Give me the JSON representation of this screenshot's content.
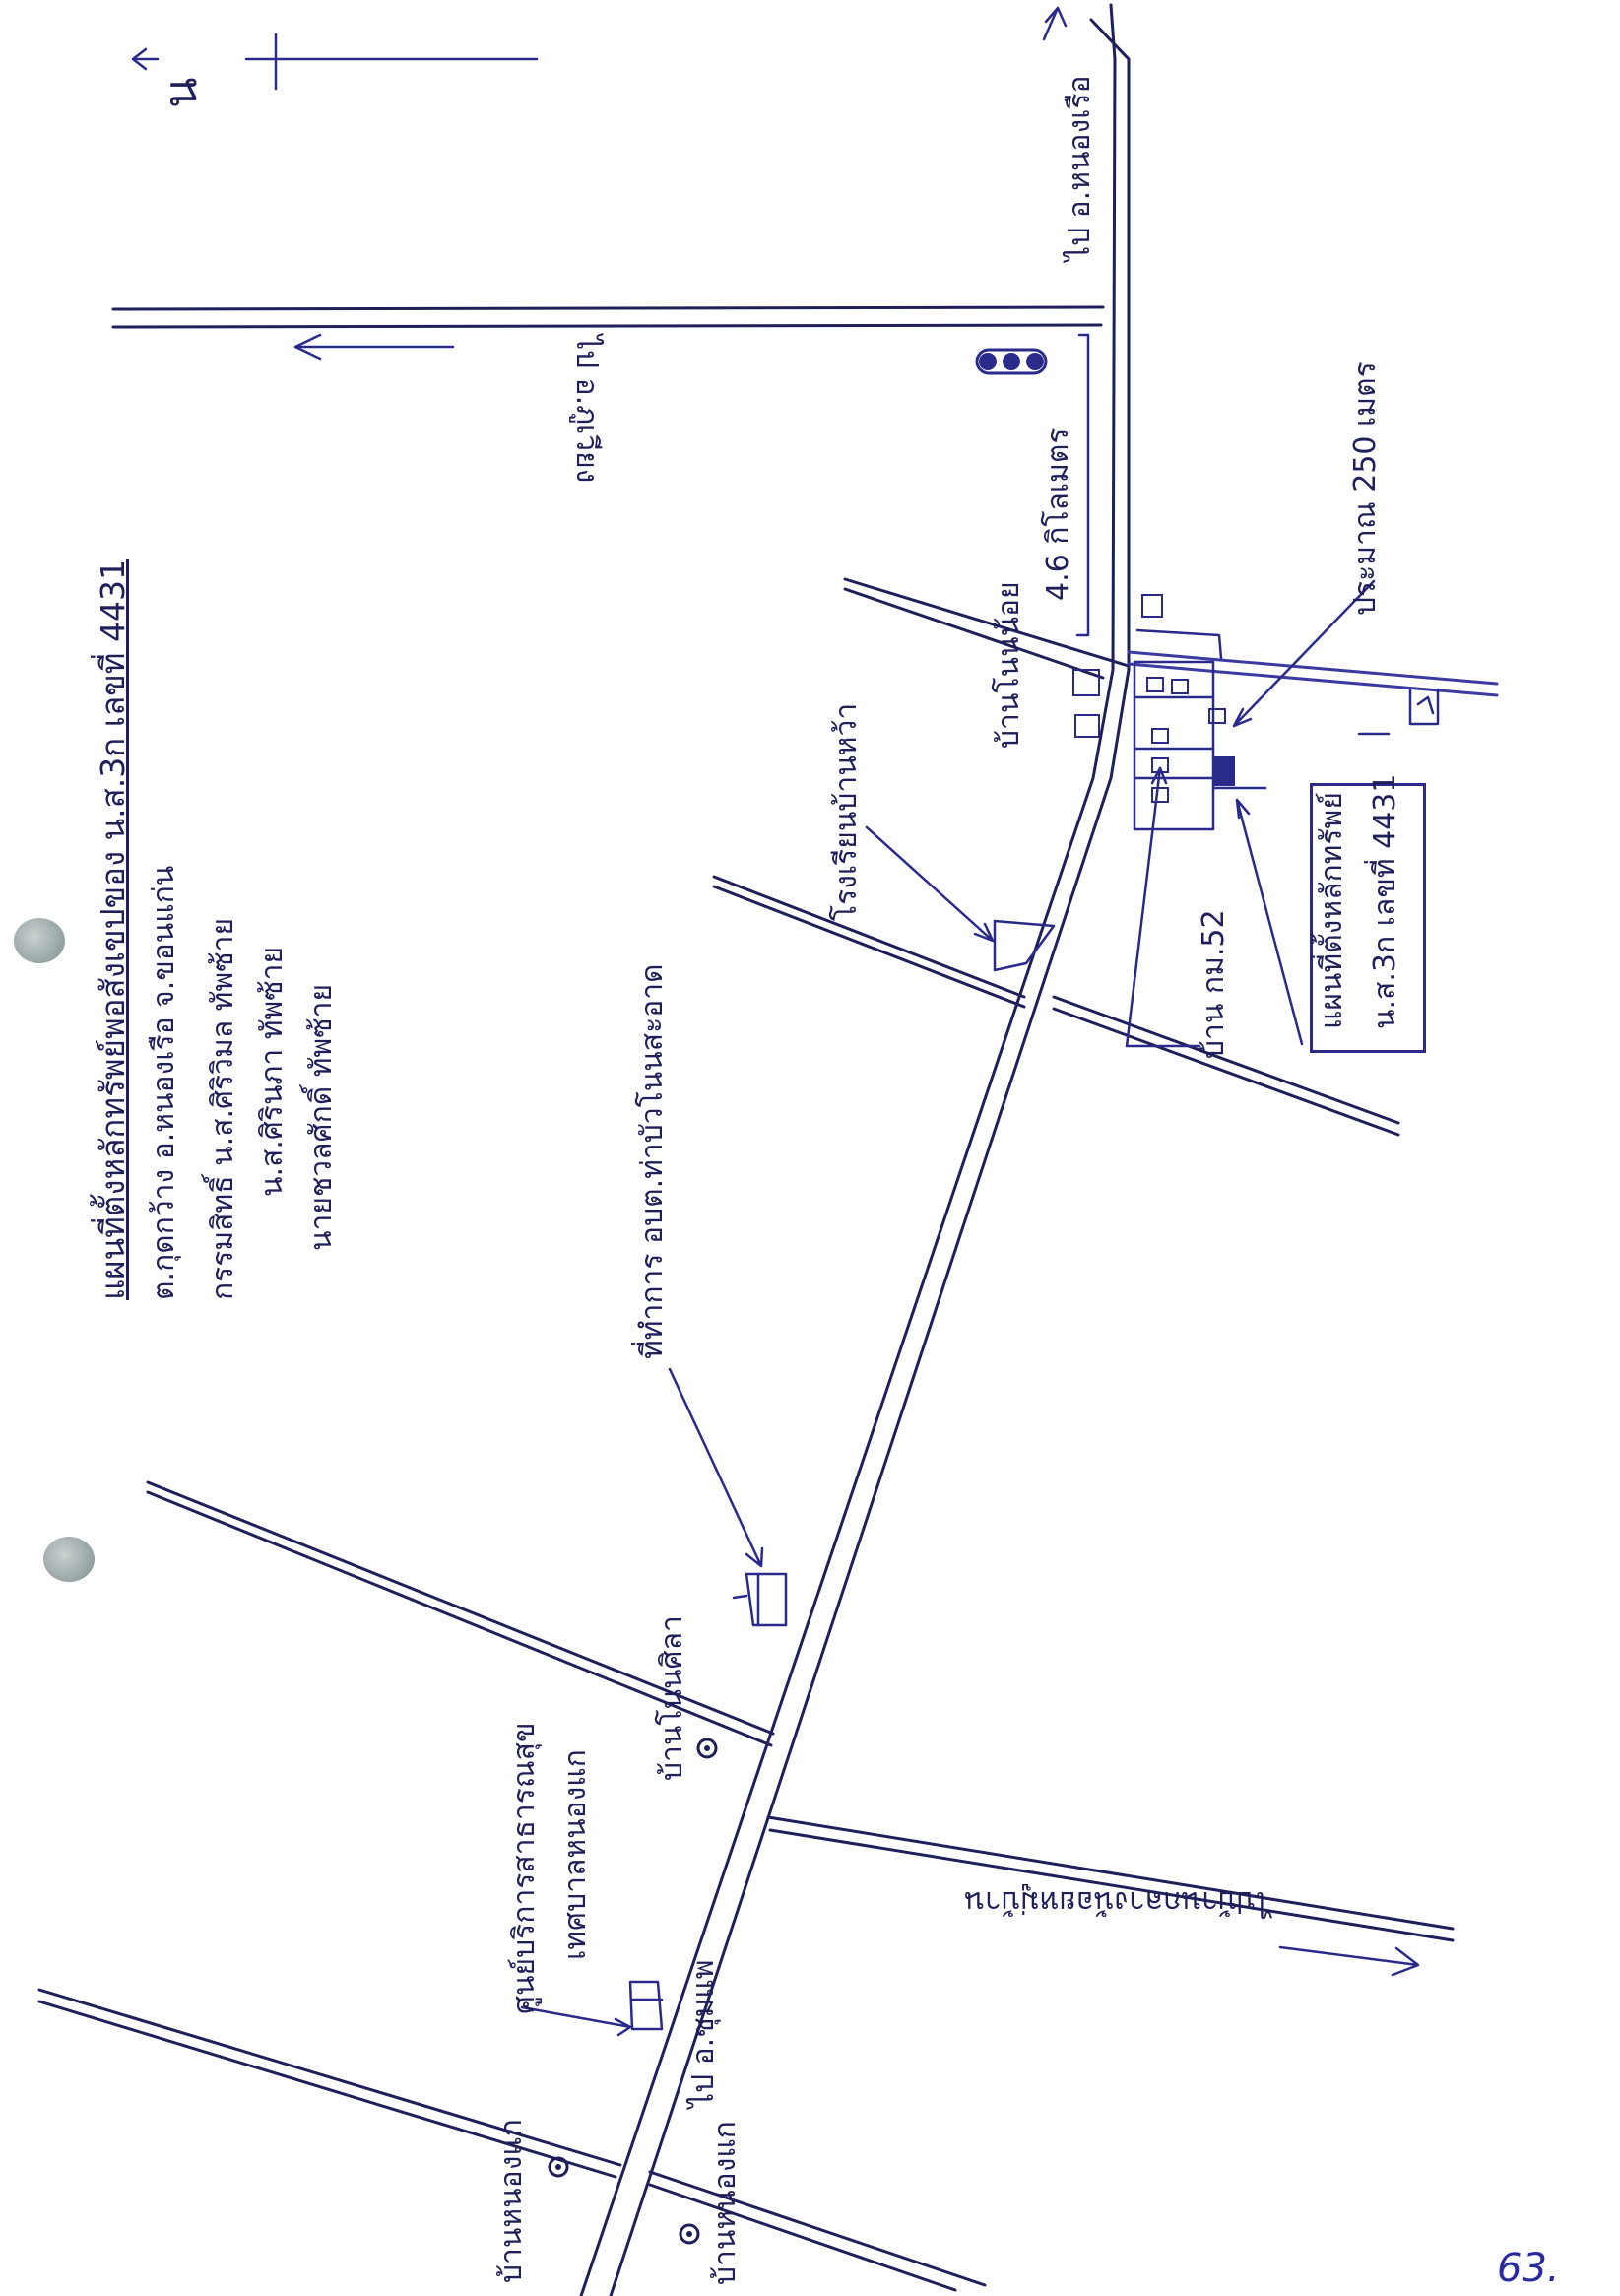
{
  "header": {
    "title": "แผนที่ตั้งหลักทรัพย์พอสังเขปของ น.ส.3ก เลขที่ 4431",
    "line1": "ต.กุดกว้าง   อ.หนองเรือ   จ.ขอนแก่น",
    "line2": "กรรมสิทธิ์   น.ส.ศิริวิมล   ทัพซ้าย",
    "line3": "น.ส.ศิรินภา   ทัพซ้าย",
    "line4": "นายชวลศักดิ์   ทัพซ้าย"
  },
  "north": {
    "symbol": "น"
  },
  "labels": {
    "to_nong_ruea": "ไป อ.หนองเรือ",
    "to_phu_wiang": "ไป อ.ภูเวียง",
    "distance_km": "4.6 กิโลเมตร",
    "distance_m": "ประมาณ 250 เมตร",
    "ban_non_noi": "บ้านโนนน้อย",
    "school": "โรงเรียนบ้านหว้า",
    "km52": "บ้าน กม.52",
    "property_box_l1": "แผนที่ตั้งหลักทรัพย์",
    "property_box_l2": "น.ส.3ก เลขที่ 4431",
    "tambon_office": "ที่ทำการ อบต.ท่าบัวโนนสะอาด",
    "ban_non_sila": "บ้านโนนศิลา",
    "health_center_l1": "ศูนย์บริการสาธารณสุข",
    "health_center_l2": "เทศบาลหนองแก",
    "ban_nong_kae": "บ้านหนองแก",
    "ban_nong_kae_2": "บ้านหนองแก",
    "to_chum_phae": "ไป อ.ชุมแพ",
    "to_inscription": "ไปบ้านกลางน้อยหมู่บ้าน",
    "page_no": "63."
  },
  "colors": {
    "ink": "#1f1f5a",
    "pen": "#2a2a8a",
    "hole": "#8a9a9a"
  },
  "icons": [
    "north-arrow-icon",
    "traffic-light-icon",
    "building-icon",
    "village-dot-icon",
    "property-marker-icon",
    "punch-hole-icon"
  ]
}
